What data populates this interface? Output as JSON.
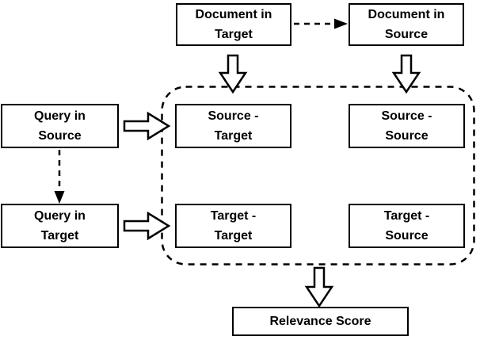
{
  "diagram": {
    "type": "flowchart",
    "background_color": "#ffffff",
    "stroke_color": "#000000",
    "nodes": {
      "document_in_target": {
        "label": "Document in\nTarget"
      },
      "document_in_source": {
        "label": "Document in\nSource"
      },
      "query_in_source": {
        "label": "Query in\nSource"
      },
      "query_in_target": {
        "label": "Query in\nTarget"
      },
      "source_target": {
        "label": "Source -\nTarget"
      },
      "source_source": {
        "label": "Source -\nSource"
      },
      "target_target": {
        "label": "Target -\nTarget"
      },
      "target_source": {
        "label": "Target -\nSource"
      },
      "relevance_score": {
        "label": "Relevance Score"
      }
    },
    "container": {
      "style": "dashed-rounded-rectangle",
      "contains": [
        "source_target",
        "source_source",
        "target_target",
        "target_source"
      ]
    },
    "edges": [
      {
        "from": "document_in_target",
        "to": "document_in_source",
        "style": "dashed-solid-head-arrow"
      },
      {
        "from": "query_in_source",
        "to": "query_in_target",
        "style": "dashed-solid-head-arrow"
      },
      {
        "from": "document_in_target",
        "to": "container",
        "style": "hollow-outline-arrow"
      },
      {
        "from": "document_in_source",
        "to": "container",
        "style": "hollow-outline-arrow"
      },
      {
        "from": "query_in_source",
        "to": "container",
        "style": "hollow-outline-arrow"
      },
      {
        "from": "query_in_target",
        "to": "container",
        "style": "hollow-outline-arrow"
      },
      {
        "from": "container",
        "to": "relevance_score",
        "style": "hollow-outline-arrow"
      }
    ]
  }
}
